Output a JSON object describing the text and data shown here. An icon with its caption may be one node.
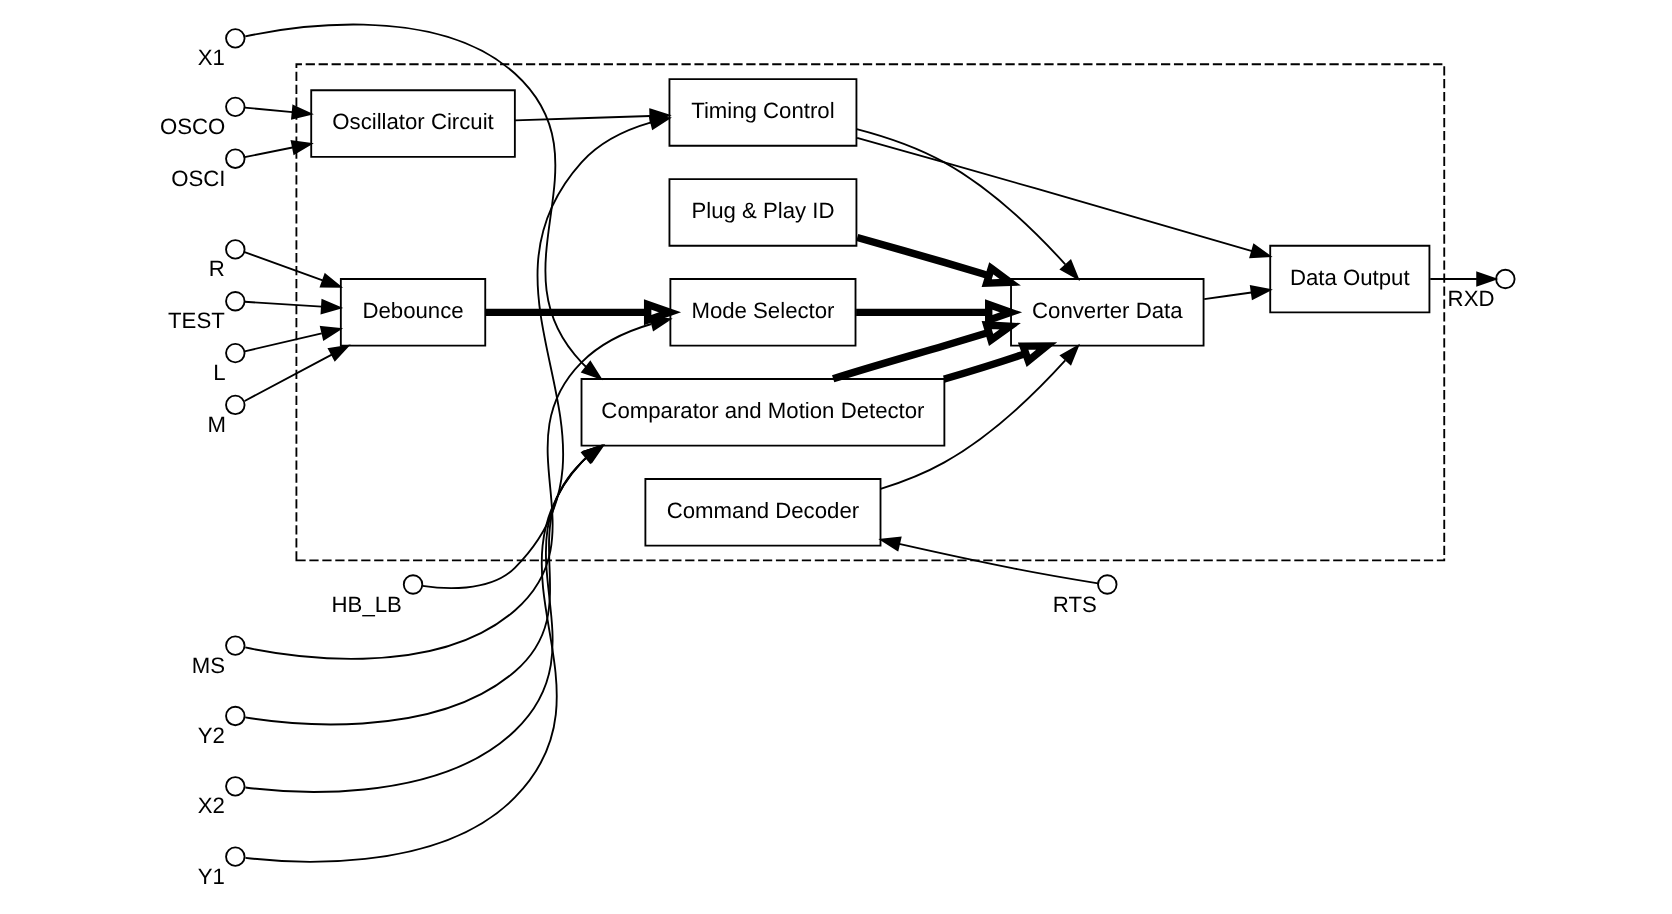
{
  "diagram": {
    "nodes": [
      {
        "text": [],
        "shape": "box"
      },
      {
        "text": [
          "Comparator and Motion Detector"
        ],
        "in": 0
      },
      {
        "text": [
          "Plug & Play ID"
        ],
        "in": 0
      },
      {
        "text": [
          "Debounce"
        ],
        "in": 0
      },
      {
        "text": [
          "Mode Selector"
        ],
        "in": 0
      },
      {
        "text": [
          "Converter Data"
        ],
        "in": 0
      },
      {
        "text": [
          "Command Decoder"
        ],
        "in": 0
      },
      {
        "text": [
          "Data Output"
        ],
        "in": 0
      },
      {
        "text": [
          "Oscillator Circuit"
        ],
        "in": 0
      },
      {
        "text": [
          "Timing Control"
        ],
        "in": 0
      },
      {
        "text": [
          "X1"
        ]
      },
      {
        "text": [
          "X2"
        ]
      },
      {
        "text": [
          "Y1"
        ]
      },
      {
        "text": [
          "Y2"
        ]
      },
      {
        "text": [
          "TEST"
        ]
      },
      {
        "text": [
          "L"
        ]
      },
      {
        "text": [
          "M"
        ]
      },
      {
        "text": [
          "R"
        ]
      },
      {
        "text": [
          "MS"
        ]
      },
      {
        "text": [
          "OSCI"
        ]
      },
      {
        "text": [
          "OSCO"
        ]
      },
      {
        "text": [
          "RTS"
        ]
      },
      {
        "text": [
          "RXD"
        ]
      },
      {
        "text": [
          "HB_LB"
        ]
      }
    ],
    "edges": [
      {
        "from": 10,
        "to": 1,
        "arrow": "to"
      },
      {
        "from": 11,
        "to": 1,
        "arrow": "to"
      },
      {
        "from": 12,
        "to": 1,
        "arrow": "to"
      },
      {
        "from": 13,
        "to": 1,
        "arrow": "to"
      },
      {
        "from": 14,
        "to": 3,
        "arrow": "to"
      },
      {
        "from": 15,
        "to": 3,
        "arrow": "to"
      },
      {
        "from": 16,
        "to": 3,
        "arrow": "to"
      },
      {
        "from": 17,
        "to": 3,
        "arrow": "to"
      },
      {
        "from": 18,
        "to": 4,
        "arrow": "to"
      },
      {
        "from": 19,
        "to": 8,
        "arrow": "to"
      },
      {
        "from": 20,
        "to": 8,
        "arrow": "to"
      },
      {
        "from": 1,
        "to": 5,
        "arrow": "to",
        "style": "thick"
      },
      {
        "from": 1,
        "to": 5,
        "arrow": "to",
        "style": "thick"
      },
      {
        "from": 2,
        "to": 5,
        "arrow": "to",
        "style": "thick"
      },
      {
        "from": 3,
        "to": 4,
        "arrow": "to",
        "style": "thick"
      },
      {
        "from": 4,
        "to": 5,
        "arrow": "to",
        "style": "thick"
      },
      {
        "from": 6,
        "to": 5,
        "arrow": "to"
      },
      {
        "from": 21,
        "to": 6,
        "arrow": "to"
      },
      {
        "from": 5,
        "to": 7,
        "arrow": "to"
      },
      {
        "from": 8,
        "to": 9,
        "arrow": "to"
      },
      {
        "from": 9,
        "to": 5,
        "arrow": "to"
      },
      {
        "from": 9,
        "to": 7,
        "arrow": "to"
      },
      {
        "from": 7,
        "to": 22,
        "arrow": "to"
      },
      {
        "from": 23,
        "to": 9,
        "arrow": "to"
      }
    ]
  }
}
